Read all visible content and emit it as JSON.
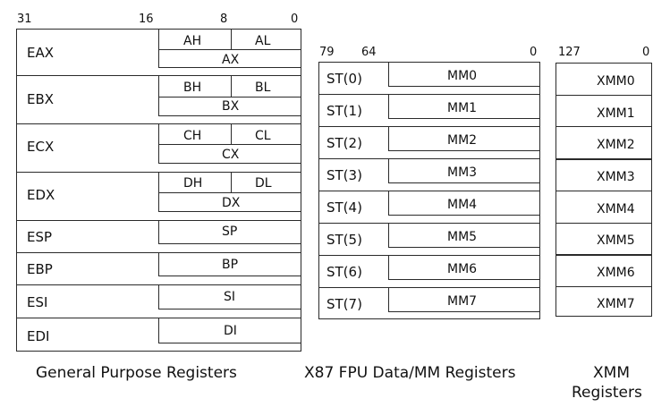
{
  "gp": {
    "bits": [
      "31",
      "16",
      "8",
      "0"
    ],
    "eax": {
      "name": "EAX",
      "high": "AH",
      "low": "AL",
      "word": "AX"
    },
    "ebx": {
      "name": "EBX",
      "high": "BH",
      "low": "BL",
      "word": "BX"
    },
    "ecx": {
      "name": "ECX",
      "high": "CH",
      "low": "CL",
      "word": "CX"
    },
    "edx": {
      "name": "EDX",
      "high": "DH",
      "low": "DL",
      "word": "DX"
    },
    "esp": {
      "name": "ESP",
      "word": "SP"
    },
    "ebp": {
      "name": "EBP",
      "word": "BP"
    },
    "esi": {
      "name": "ESI",
      "word": "SI"
    },
    "edi": {
      "name": "EDI",
      "word": "DI"
    },
    "caption": "General Purpose Registers"
  },
  "fpu": {
    "bits": [
      "79",
      "64",
      "0"
    ],
    "rows": [
      {
        "st": "ST(0)",
        "mm": "MM0"
      },
      {
        "st": "ST(1)",
        "mm": "MM1"
      },
      {
        "st": "ST(2)",
        "mm": "MM2"
      },
      {
        "st": "ST(3)",
        "mm": "MM3"
      },
      {
        "st": "ST(4)",
        "mm": "MM4"
      },
      {
        "st": "ST(5)",
        "mm": "MM5"
      },
      {
        "st": "ST(6)",
        "mm": "MM6"
      },
      {
        "st": "ST(7)",
        "mm": "MM7"
      }
    ],
    "caption": "X87 FPU Data/MM Registers"
  },
  "xmm": {
    "bits": [
      "127",
      "0"
    ],
    "regs": [
      "XMM0",
      "XMM1",
      "XMM2",
      "XMM3",
      "XMM4",
      "XMM5",
      "XMM6",
      "XMM7"
    ],
    "caption_line1": "XMM",
    "caption_line2": "Registers"
  }
}
